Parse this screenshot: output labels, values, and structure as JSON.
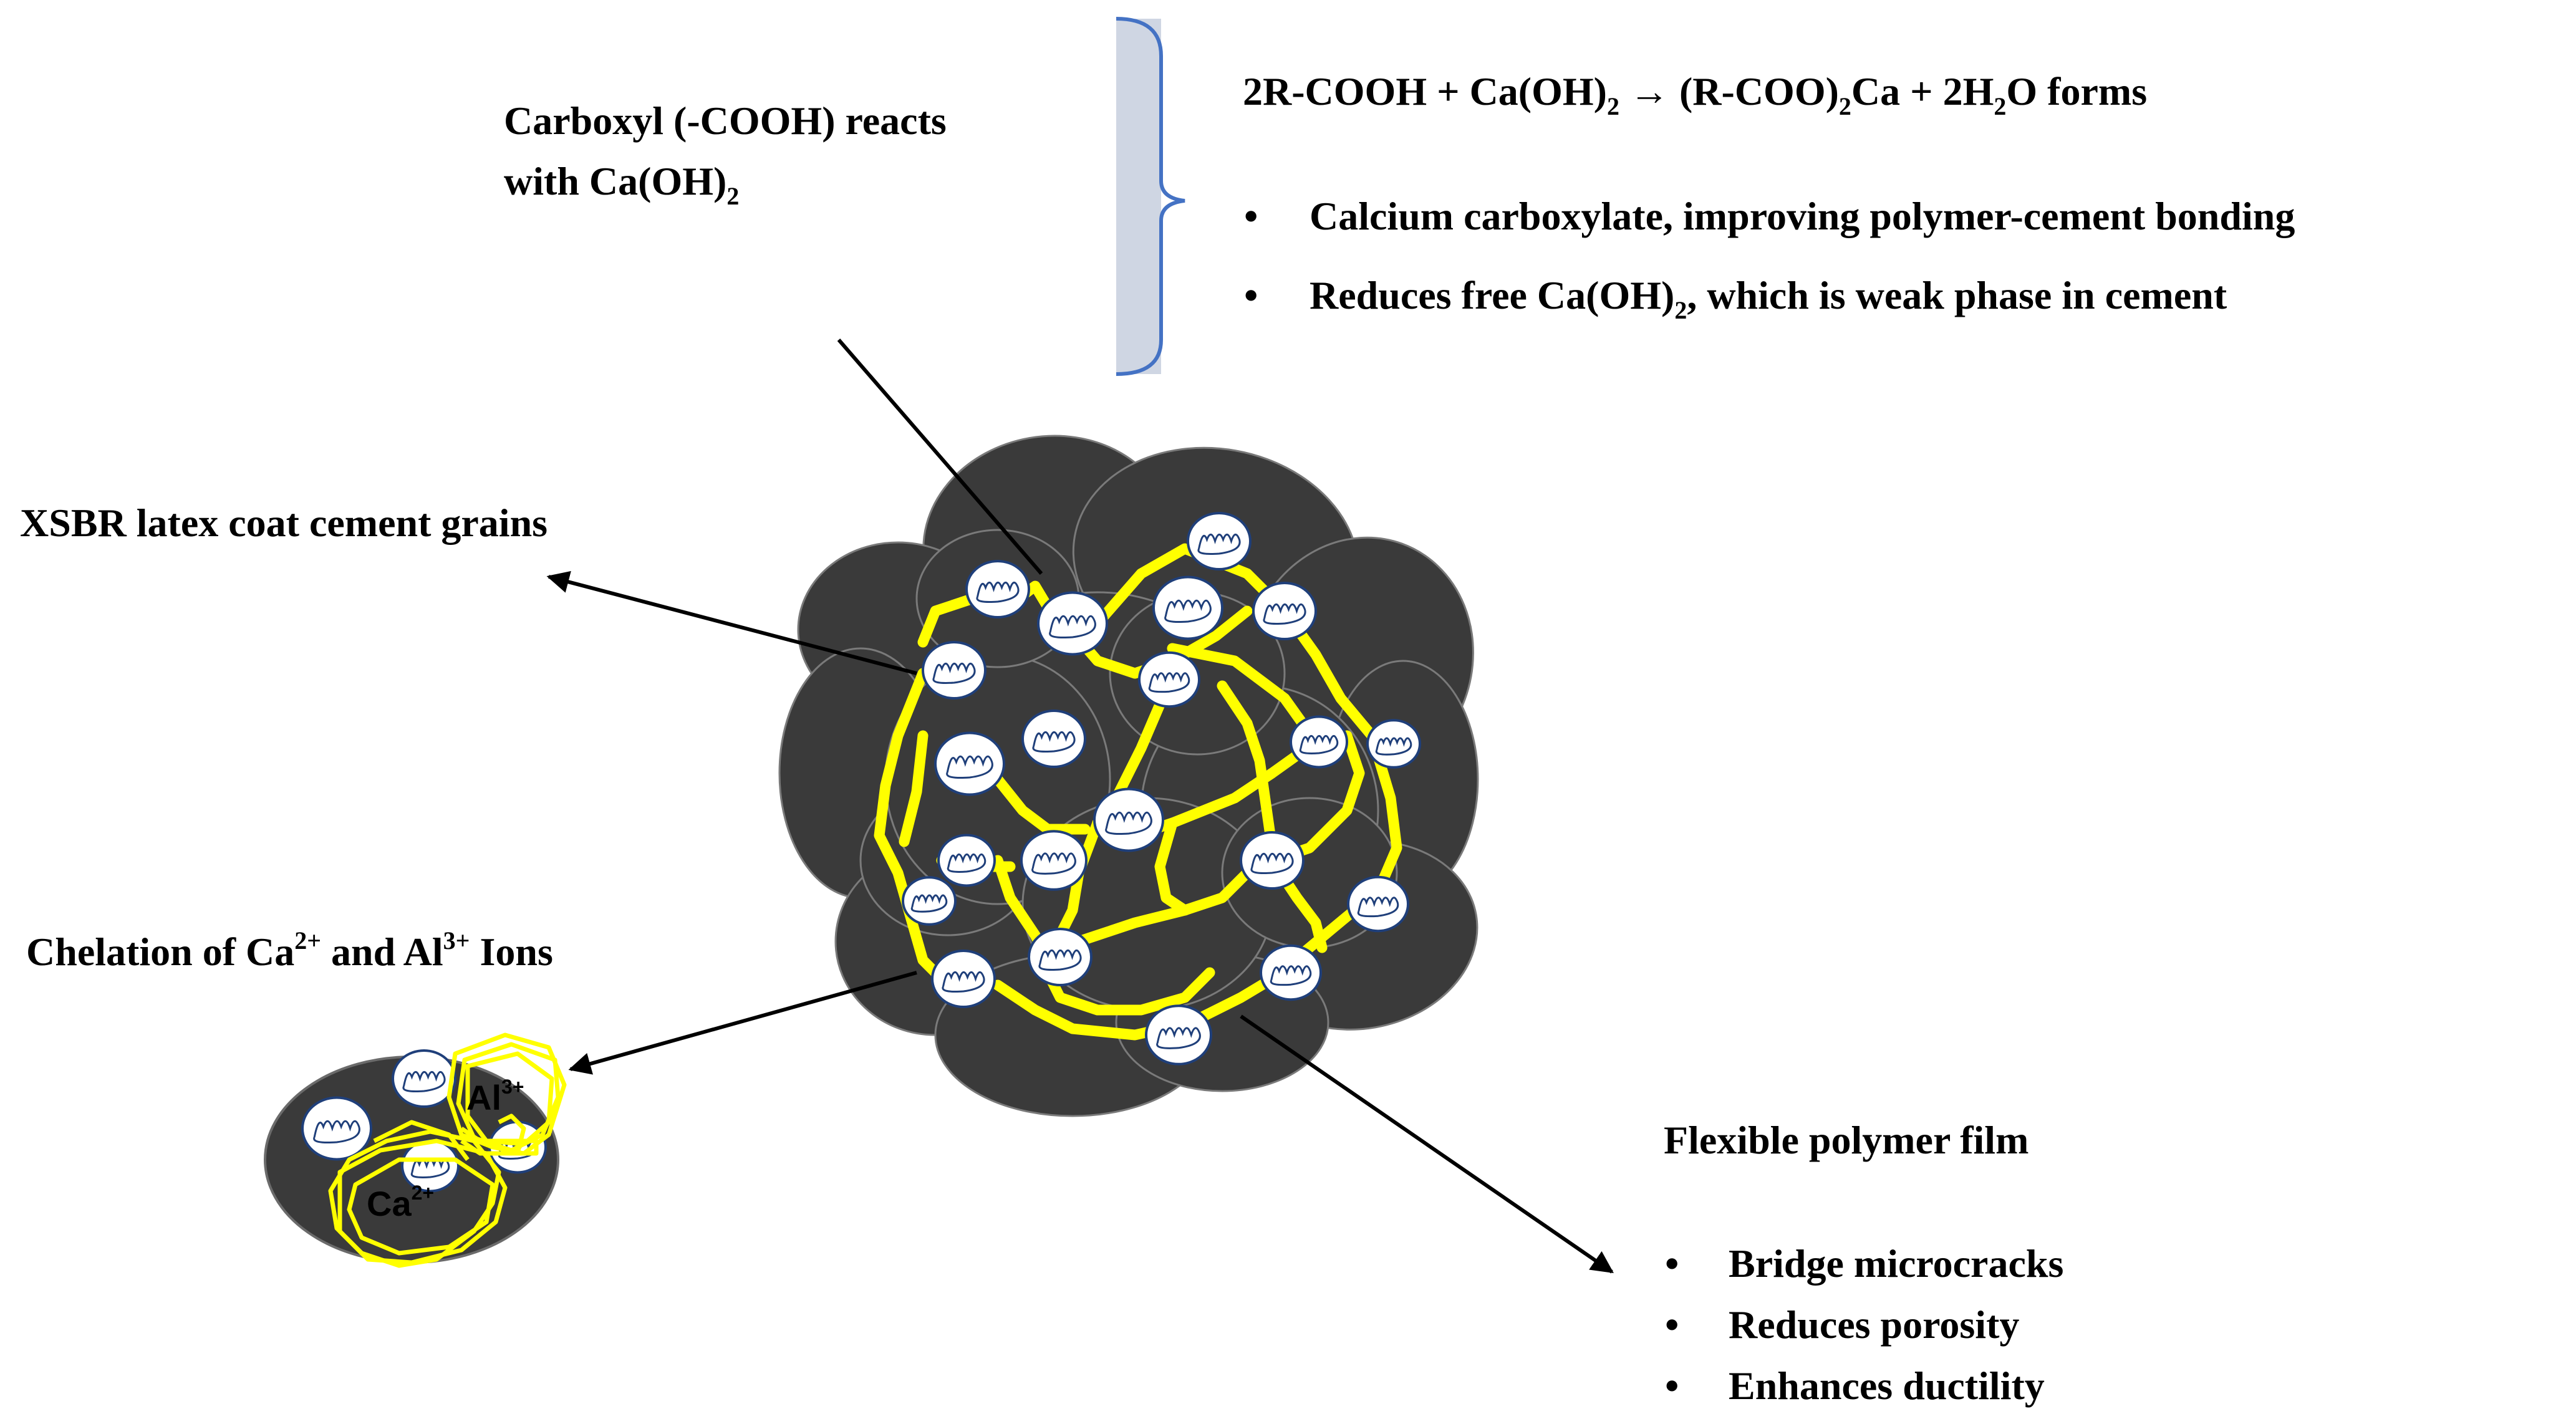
{
  "carboxyl_label": {
    "line1": "Carboxyl (-COOH) reacts",
    "line2_prefix": "with Ca(OH)",
    "line2_sub": "2"
  },
  "equation": {
    "p1": "2R-COOH + Ca(OH)",
    "s1": "2",
    "p2": " → (R-COO)",
    "s2": "2",
    "p3": "Ca + 2H",
    "s3": "2",
    "p4": "O forms"
  },
  "bonding_bullets": [
    {
      "bullet": "•",
      "text": "Calcium carboxylate, improving polymer-cement bonding"
    },
    {
      "bullet": "•",
      "prefix": "Reduces free Ca(OH)",
      "sub": "2",
      "suffix": ", which is weak phase in cement"
    }
  ],
  "coat_label": "XSBR latex coat cement grains",
  "chelation_label": {
    "p1": "Chelation of Ca",
    "sup1": "2+",
    "p2": " and Al",
    "sup2": "3+",
    "p3": " Ions"
  },
  "ions": {
    "al_base": "Al",
    "al_sup": "3+",
    "ca_base": "Ca",
    "ca_sup": "2+"
  },
  "film_label": "Flexible polymer film",
  "film_bullets": [
    {
      "bullet": "•",
      "text": "Bridge microcracks"
    },
    {
      "bullet": "•",
      "text": "Reduces porosity"
    },
    {
      "bullet": "•",
      "text": "Enhances ductility"
    }
  ],
  "colors": {
    "grain": "#3a3a3a",
    "grain_outline": "#7a7a7a",
    "polymer_film": "#ffff00",
    "latex_particle": "#ffffff",
    "latex_outline": "#1f3f7a",
    "ion_text": "#e00000",
    "brace": "#4472c4",
    "brace_fill": "#cfd6e3"
  }
}
